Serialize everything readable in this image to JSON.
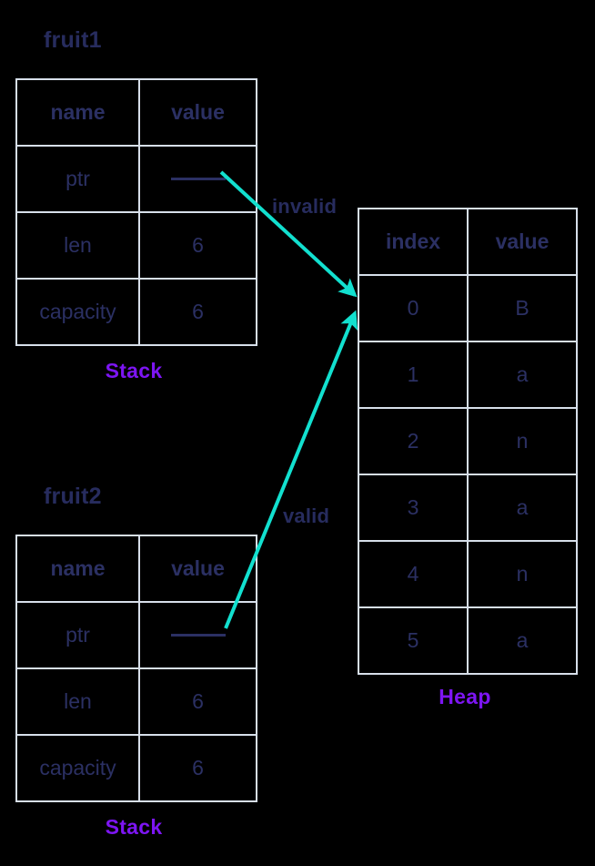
{
  "colors": {
    "background": "#000000",
    "text_navy": "#272c5e",
    "region_purple": "#7d15f3",
    "border_gray": "#d7dfea",
    "arrow_teal": "#12e0cf"
  },
  "stack_structs": [
    {
      "id": "fruit1",
      "label": "fruit1",
      "headers": [
        "name",
        "value"
      ],
      "rows": [
        {
          "name": "ptr",
          "value": "",
          "is_pointer": true
        },
        {
          "name": "len",
          "value": "6",
          "is_pointer": false
        },
        {
          "name": "capacity",
          "value": "6",
          "is_pointer": false
        }
      ],
      "region_label": "Stack"
    },
    {
      "id": "fruit2",
      "label": "fruit2",
      "headers": [
        "name",
        "value"
      ],
      "rows": [
        {
          "name": "ptr",
          "value": "",
          "is_pointer": true
        },
        {
          "name": "len",
          "value": "6",
          "is_pointer": false
        },
        {
          "name": "capacity",
          "value": "6",
          "is_pointer": false
        }
      ],
      "region_label": "Stack"
    }
  ],
  "heap": {
    "headers": [
      "index",
      "value"
    ],
    "rows": [
      {
        "index": "0",
        "value": "B"
      },
      {
        "index": "1",
        "value": "a"
      },
      {
        "index": "2",
        "value": "n"
      },
      {
        "index": "3",
        "value": "a"
      },
      {
        "index": "4",
        "value": "n"
      },
      {
        "index": "5",
        "value": "a"
      }
    ],
    "region_label": "Heap"
  },
  "arrows": [
    {
      "id": "invalid-arrow",
      "label": "invalid",
      "from": "fruit1.ptr",
      "to": "heap.index0"
    },
    {
      "id": "valid-arrow",
      "label": "valid",
      "from": "fruit2.ptr",
      "to": "heap.index0"
    }
  ]
}
